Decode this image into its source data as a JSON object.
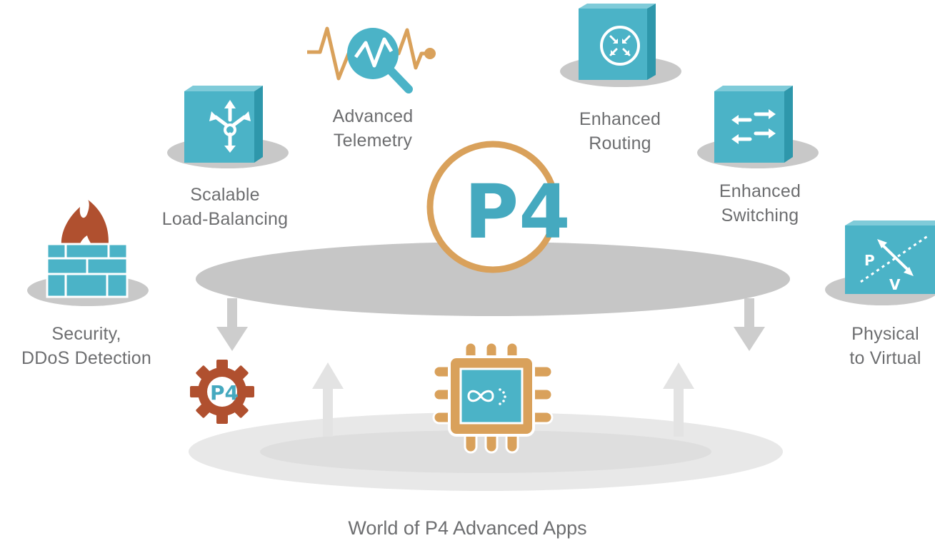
{
  "apps": {
    "load_balancing": {
      "line1": "Scalable",
      "line2": "Load-Balancing"
    },
    "telemetry": {
      "line1": "Advanced",
      "line2": "Telemetry"
    },
    "routing": {
      "line1": "Enhanced",
      "line2": "Routing"
    },
    "switching": {
      "line1": "Enhanced",
      "line2": "Switching"
    },
    "security": {
      "line1": "Security,",
      "line2": "DDoS Detection"
    },
    "physical_virtual": {
      "line1": "Physical",
      "line2": "to Virtual"
    }
  },
  "logo": {
    "text": "P4"
  },
  "gear_logo": {
    "text": "P4"
  },
  "pv_icon": {
    "p": "P",
    "v": "V"
  },
  "footer": {
    "title": "World of P4 Advanced Apps"
  },
  "colors": {
    "teal": "#4bb3c7",
    "teal_dark": "#2e97ab",
    "orange": "#d9a15b",
    "rust": "#b0502f",
    "gray_platform": "#c8c8c8",
    "gray_base": "#e6e6e6",
    "text": "#6d6e70"
  },
  "icons": [
    "firewall-icon",
    "load-balancer-icon",
    "telemetry-icon",
    "router-icon",
    "switch-icon",
    "physical-virtual-icon",
    "p4-logo",
    "p4-gear-icon",
    "chip-icon"
  ]
}
